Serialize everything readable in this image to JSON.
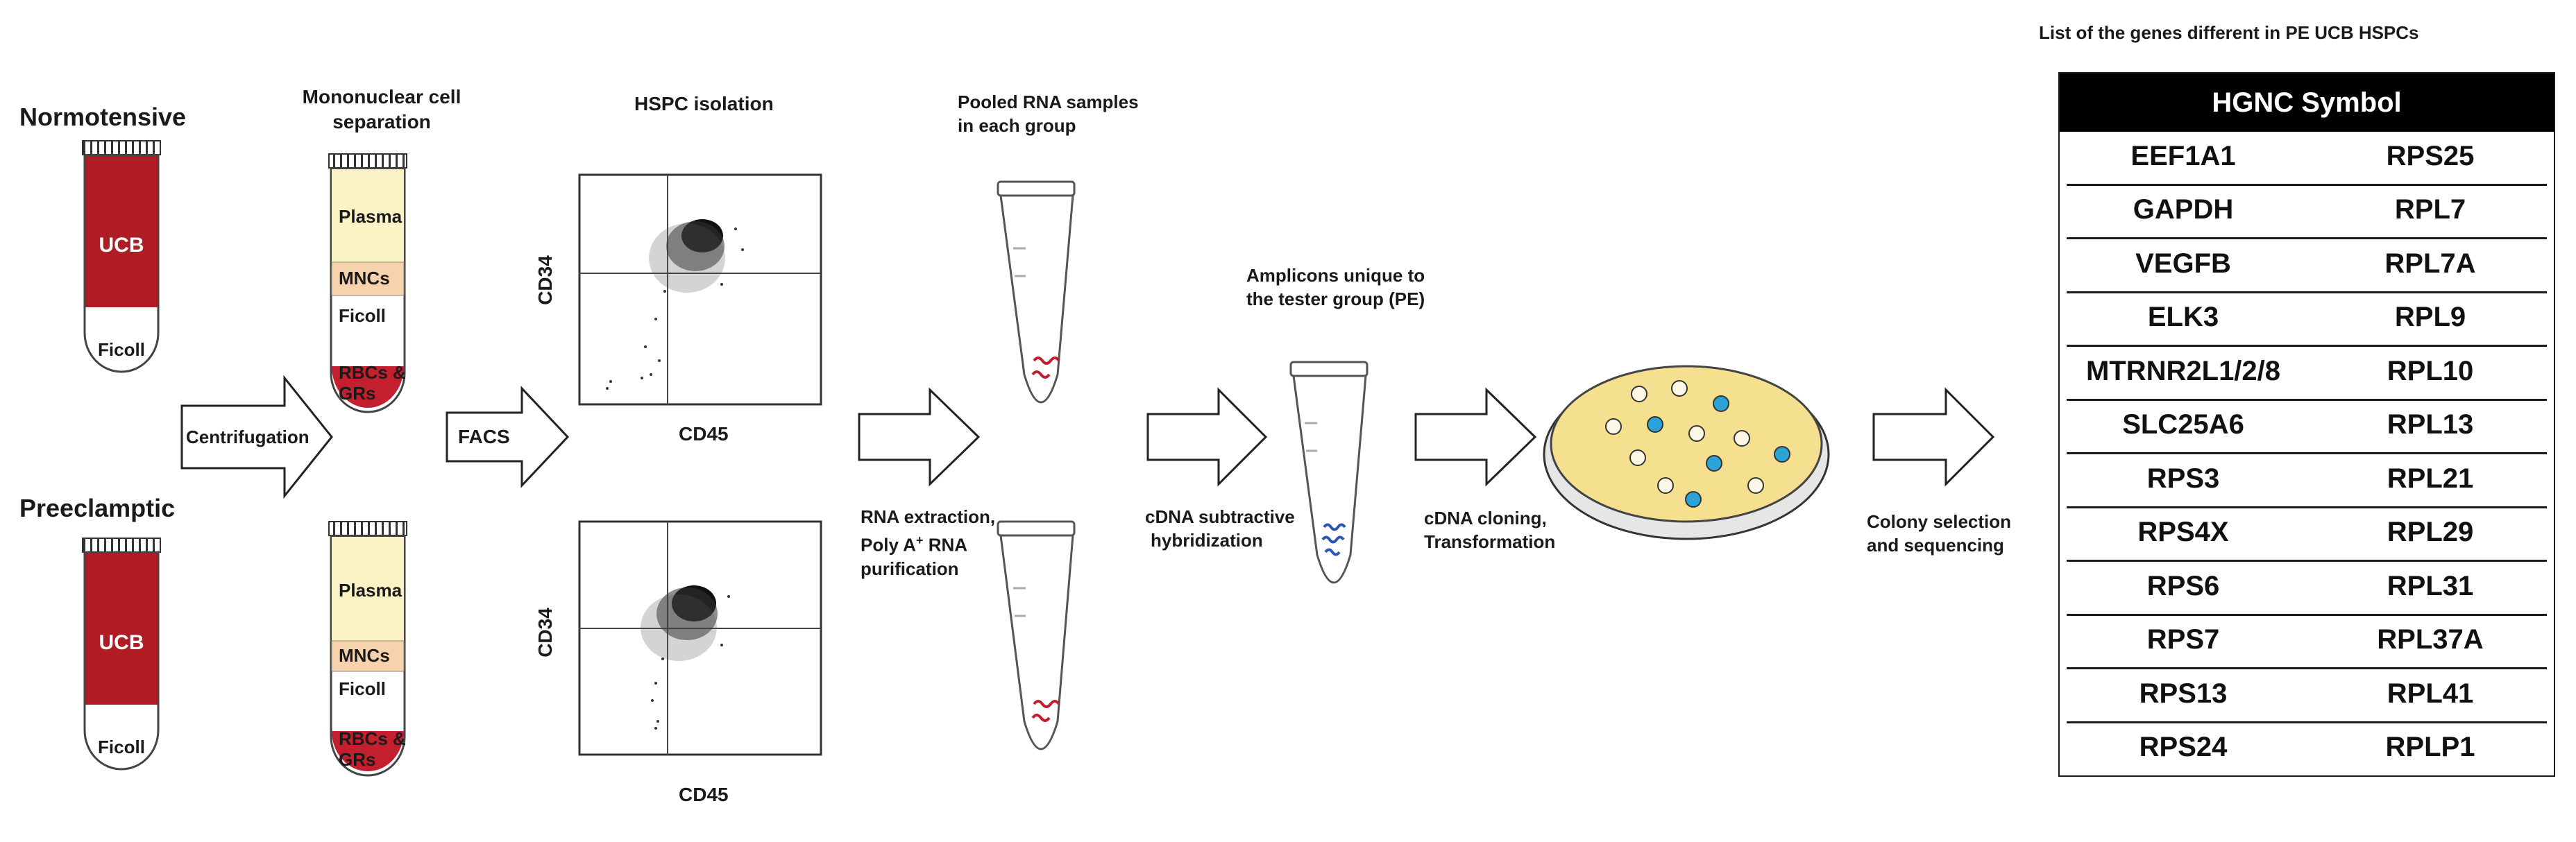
{
  "groups": {
    "normotensive": "Normotensive",
    "preeclamptic": "Preeclamptic"
  },
  "tube": {
    "blood": "UCB",
    "ficoll": "Ficoll"
  },
  "separation": {
    "title": "Mononuclear cell separation",
    "plasma": "Plasma",
    "mncs": "MNCs",
    "ficoll": "Ficoll",
    "rbcs": "RBCs &",
    "grs": "GRs"
  },
  "steps": {
    "centrifugation": "Centrifugation",
    "facs": "FACS",
    "hspc_isolation": "HSPC isolation",
    "pooled_rna_1": "Pooled RNA samples",
    "pooled_rna_2": "in each group",
    "rna_extraction_1": "RNA extraction,",
    "rna_extraction_2": "Poly A",
    "rna_extraction_sup": "+",
    "rna_extraction_3": " RNA",
    "rna_extraction_4": "purification",
    "cdna_sub_1": "cDNA subtractive",
    "cdna_sub_2": "hybridization",
    "amplicons_1": "Amplicons unique to",
    "amplicons_2": "the tester group (PE)",
    "cloning_1": "cDNA cloning,",
    "cloning_2": "Transformation",
    "colony_1": "Colony selection",
    "colony_2": "and sequencing"
  },
  "facs_plot": {
    "ylabel": "CD34",
    "xlabel": "CD45"
  },
  "gene_table": {
    "caption": "List of the genes different in PE UCB HSPCs",
    "header": "HGNC Symbol",
    "rows": [
      [
        "EEF1A1",
        "RPS25"
      ],
      [
        "GAPDH",
        "RPL7"
      ],
      [
        "VEGFB",
        "RPL7A"
      ],
      [
        "ELK3",
        "RPL9"
      ],
      [
        "MTRNR2L1/2/8",
        "RPL10"
      ],
      [
        "SLC25A6",
        "RPL13"
      ],
      [
        "RPS3",
        "RPL21"
      ],
      [
        "RPS4X",
        "RPL29"
      ],
      [
        "RPS6",
        "RPL31"
      ],
      [
        "RPS7",
        "RPL37A"
      ],
      [
        "RPS13",
        "RPL41"
      ],
      [
        "RPS24",
        "RPLP1"
      ]
    ]
  },
  "colors": {
    "blood": "#b01c24",
    "plasma": "#fbf3c6",
    "mnc": "#f6d3ad",
    "rbc": "#c41f2e",
    "dish": "#f4e08f",
    "colony_blue": "#2ba3d6",
    "colony_white": "#fdf8e6"
  }
}
